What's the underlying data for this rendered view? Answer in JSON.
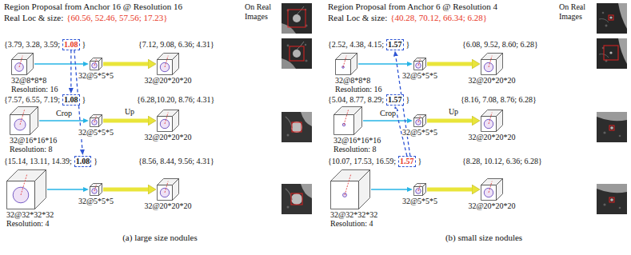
{
  "diagram": {
    "nodes": [
      {
        "text": [
          "1.08"
        ]
      },
      {
        "text": [
          "32@8*8*8",
          "Resolution: 16"
        ]
      },
      {
        "text": [
          "32@5*5*5"
        ]
      },
      {
        "text": [
          "32@20*20*20"
        ]
      },
      {
        "text": [
          "1.08"
        ]
      },
      {
        "text": [
          "32@16*16*16",
          "Resolution: 8"
        ]
      },
      {
        "text": [
          "32@5*5*5"
        ]
      },
      {
        "text": [
          "32@20*20*20"
        ]
      },
      {
        "text": [
          "1.08"
        ]
      },
      {
        "text": [
          "32@32*32*32",
          "Resolution: 4"
        ]
      },
      {
        "text": [
          "32@5*5*5"
        ]
      },
      {
        "text": [
          "32@20*20*20"
        ]
      },
      {
        "text": [
          "1.57"
        ]
      },
      {
        "text": [
          "32@8*8*8",
          "Resolution: 16"
        ]
      },
      {
        "text": [
          "32@5*5*5"
        ]
      },
      {
        "text": [
          "32@20*20*20"
        ]
      },
      {
        "text": [
          "1.57"
        ]
      },
      {
        "text": [
          "32@16*16*16",
          "Resolution: 8"
        ]
      },
      {
        "text": [
          "32@5*5*5"
        ]
      },
      {
        "text": [
          "32@20*20*20"
        ]
      },
      {
        "text": [
          "1.57"
        ]
      },
      {
        "text": [
          "32@32*32*32",
          "Resolution: 4"
        ]
      },
      {
        "text": [
          "32@5*5*5"
        ]
      },
      {
        "text": [
          "32@20*20*20"
        ]
      }
    ],
    "edges": [
      {
        "from": 1,
        "to": 2,
        "arrow": "to"
      },
      {
        "from": 2,
        "to": 3,
        "arrow": "to"
      },
      {
        "from": 5,
        "to": 6,
        "arrow": "to",
        "label": "Crop"
      },
      {
        "from": 6,
        "to": 7,
        "arrow": "to",
        "label": "Up"
      },
      {
        "from": 9,
        "to": 10,
        "arrow": "to"
      },
      {
        "from": 10,
        "to": 11,
        "arrow": "to"
      },
      {
        "from": 0,
        "to": 4,
        "arrow": "to"
      },
      {
        "from": 0,
        "to": 8,
        "arrow": "to"
      },
      {
        "from": 13,
        "to": 14,
        "arrow": "to"
      },
      {
        "from": 14,
        "to": 15,
        "arrow": "to"
      },
      {
        "from": 17,
        "to": 18,
        "arrow": "to",
        "label": "Crop"
      },
      {
        "from": 18,
        "to": 19,
        "arrow": "to",
        "label": "Up"
      },
      {
        "from": 21,
        "to": 22,
        "arrow": "to"
      },
      {
        "from": 22,
        "to": 23,
        "arrow": "to"
      },
      {
        "from": 20,
        "to": 16,
        "arrow": "to"
      },
      {
        "from": 20,
        "to": 12,
        "arrow": "to"
      }
    ],
    "labels": [
      "Region Proposal from Anchor 16 @ Resolution 16",
      "Real Loc & size:",
      "{60.56, 52.46, 57.56; 17.23}",
      "On Real Images",
      "{3.79, 3.28, 3.59;",
      "}",
      "{7.12, 9.08, 6.36; 4.31}",
      "{7.57, 6.55, 7.19;",
      "}",
      "{6.28,10.20, 8.76; 4.31}",
      "{15.14, 13.11, 14.39;",
      "}",
      "{8.56, 8.44, 9.56; 4.31}",
      "(a) large size nodules",
      "Region Proposal from Anchor 6 @ Resolution 4",
      "Real Loc & size:",
      "{40.28, 70.12, 66.34; 6.28}",
      "On Real Images",
      "{2.52, 4.38, 4.15;",
      "}",
      "{6.08, 9.52, 8.60; 6.28}",
      "{5.04, 8.77, 8.29;",
      "}",
      "{8.16, 7.08, 8.76; 6.28}",
      "{10.07, 17.53, 16.59;",
      "}",
      "{8.28, 10.12, 6.36; 6.28}",
      "(b) small size nodules"
    ]
  }
}
